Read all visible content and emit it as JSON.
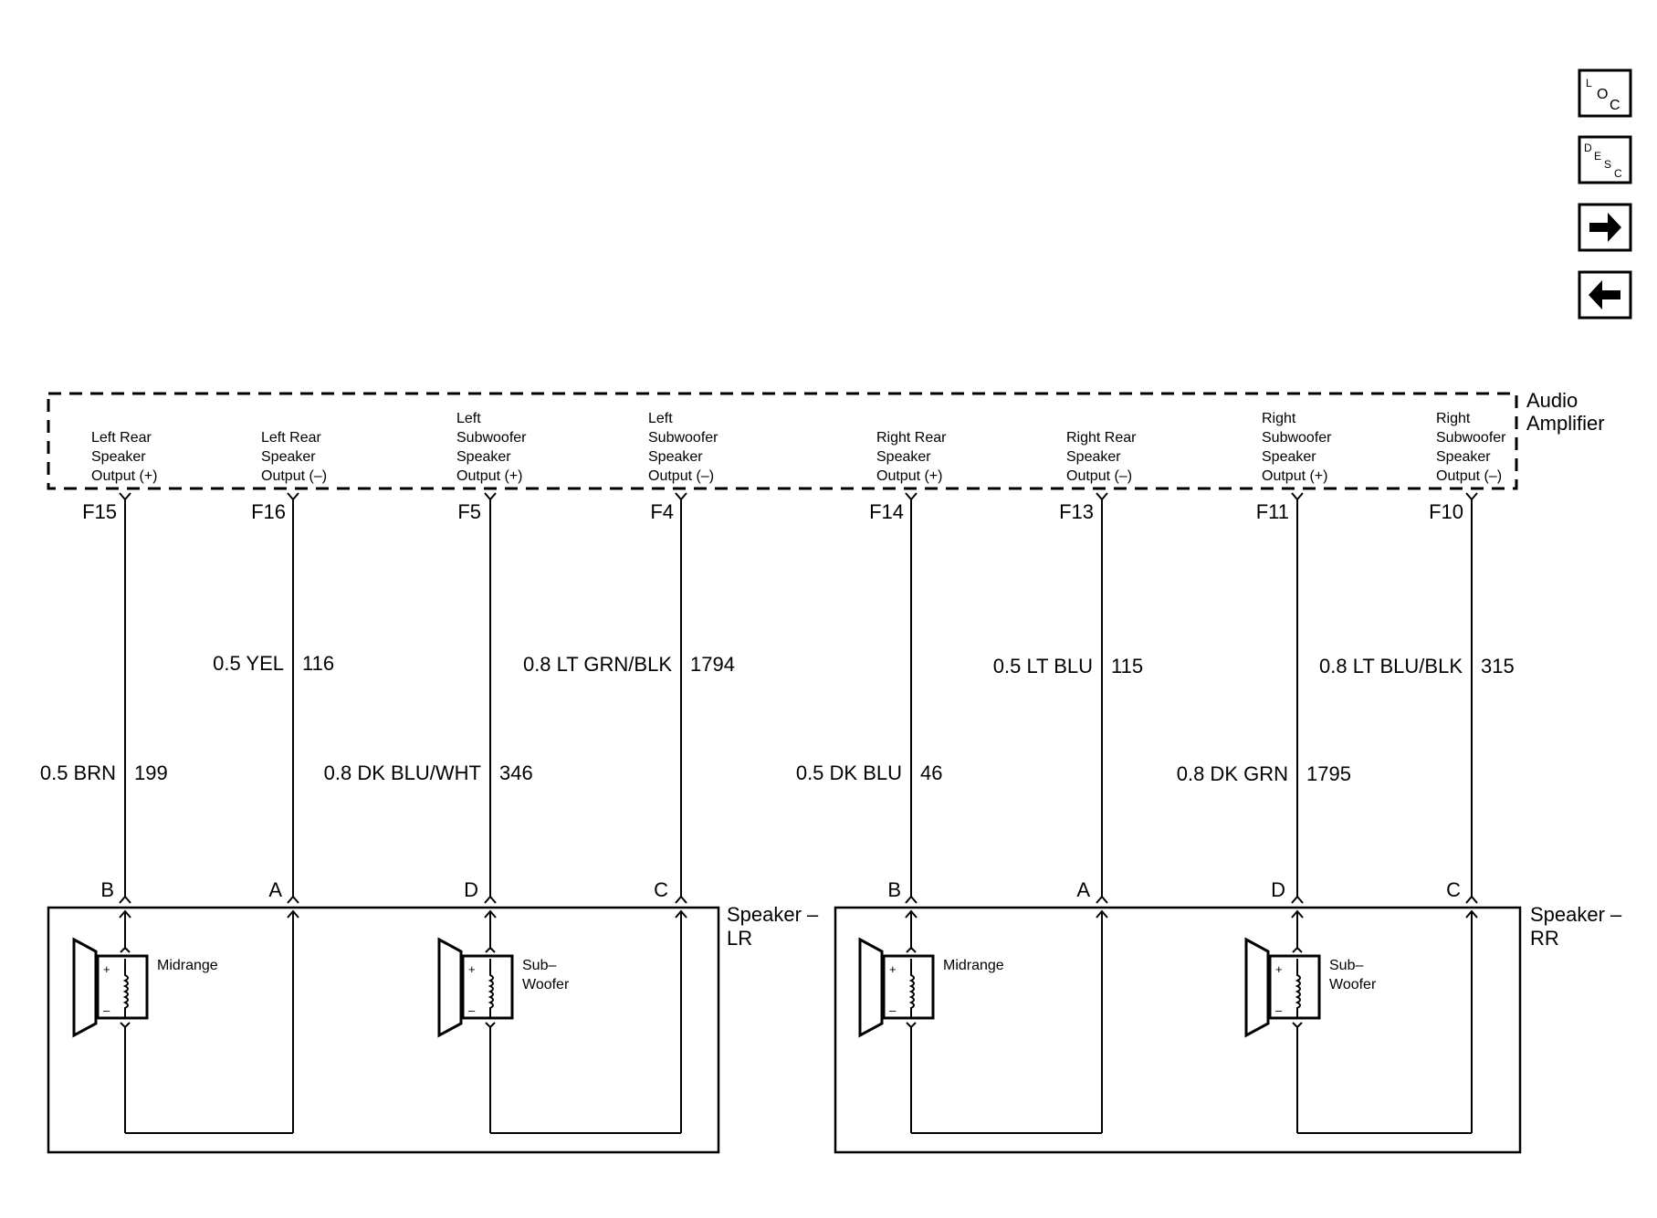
{
  "nav": {
    "loc": {
      "letters": [
        "L",
        "O",
        "C"
      ]
    },
    "desc": {
      "letters": [
        "D",
        "E",
        "S",
        "C"
      ]
    },
    "forward": {
      "icon": "arrow-right-icon"
    },
    "back": {
      "icon": "arrow-left-icon"
    }
  },
  "amplifier": {
    "name_line1": "Audio",
    "name_line2": "Amplifier",
    "terminals": [
      {
        "signal": [
          "Left Rear",
          "Speaker",
          "Output (+)"
        ],
        "pin": "F15"
      },
      {
        "signal": [
          "Left Rear",
          "Speaker",
          "Output (–)"
        ],
        "pin": "F16"
      },
      {
        "signal": [
          "Left",
          "Subwoofer",
          "Speaker",
          "Output (+)"
        ],
        "pin": "F5"
      },
      {
        "signal": [
          "Left",
          "Subwoofer",
          "Speaker",
          "Output (–)"
        ],
        "pin": "F4"
      },
      {
        "signal": [
          "Right Rear",
          "Speaker",
          "Output (+)"
        ],
        "pin": "F14"
      },
      {
        "signal": [
          "Right Rear",
          "Speaker",
          "Output (–)"
        ],
        "pin": "F13"
      },
      {
        "signal": [
          "Right",
          "Subwoofer",
          "Speaker",
          "Output (+)"
        ],
        "pin": "F11"
      },
      {
        "signal": [
          "Right",
          "Subwoofer",
          "Speaker",
          "Output (–)"
        ],
        "pin": "F10"
      }
    ]
  },
  "wires": [
    {
      "label": "0.5 BRN",
      "circuit": "199"
    },
    {
      "label": "0.5 YEL",
      "circuit": "116"
    },
    {
      "label": "0.8 DK BLU/WHT",
      "circuit": "346"
    },
    {
      "label": "0.8 LT GRN/BLK",
      "circuit": "1794"
    },
    {
      "label": "0.5 DK BLU",
      "circuit": "46"
    },
    {
      "label": "0.5 LT BLU",
      "circuit": "115"
    },
    {
      "label": "0.8 DK GRN",
      "circuit": "1795"
    },
    {
      "label": "0.8 LT BLU/BLK",
      "circuit": "315"
    }
  ],
  "speakers": [
    {
      "name_line1": "Speaker –",
      "name_line2": "LR",
      "pins": [
        "B",
        "A",
        "D",
        "C"
      ],
      "elements": [
        {
          "label": [
            "Midrange"
          ],
          "plus": "+",
          "minus": "–"
        },
        {
          "label": [
            "Sub–",
            "Woofer"
          ],
          "plus": "+",
          "minus": "–"
        }
      ]
    },
    {
      "name_line1": "Speaker –",
      "name_line2": "RR",
      "pins": [
        "B",
        "A",
        "D",
        "C"
      ],
      "elements": [
        {
          "label": [
            "Midrange"
          ],
          "plus": "+",
          "minus": "–"
        },
        {
          "label": [
            "Sub–",
            "Woofer"
          ],
          "plus": "+",
          "minus": "–"
        }
      ]
    }
  ]
}
